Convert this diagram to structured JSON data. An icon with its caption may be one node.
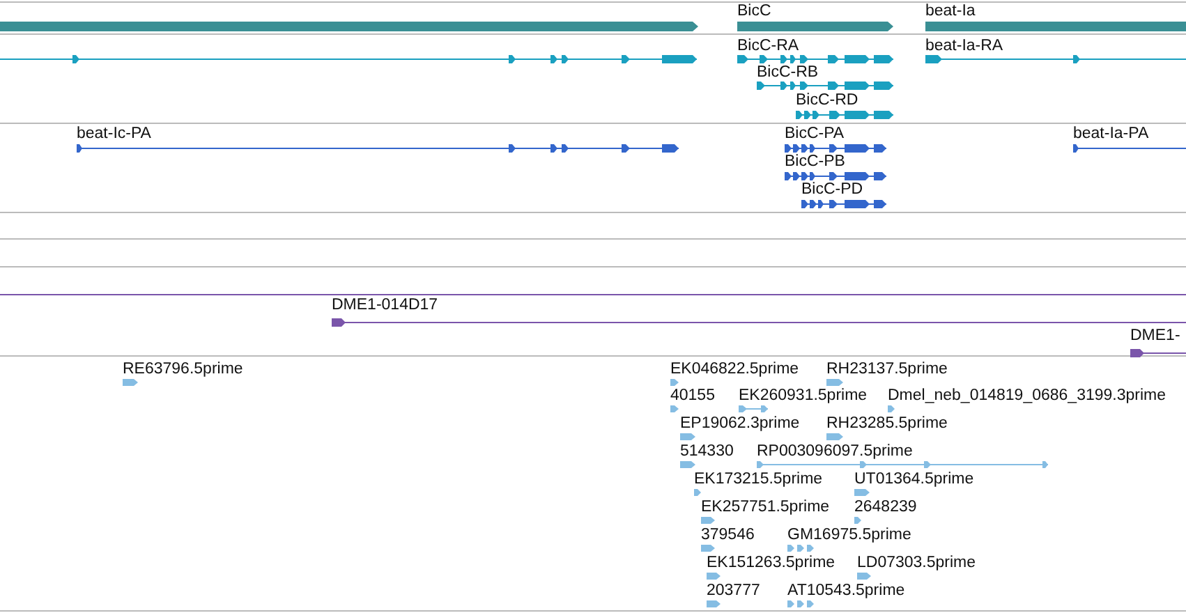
{
  "diagram": {
    "labels": [
      "BicC",
      "beat-Ia",
      "BicC-RA",
      "beat-Ia-RA",
      "BicC-RB",
      "BicC-RD",
      "beat-Ic-PA",
      "BicC-PA",
      "beat-Ia-PA",
      "BicC-PB",
      "BicC-PD",
      "DME1-014D17",
      "DME1-",
      "RE63796.5prime",
      "EK046822.5prime",
      "RH23137.5prime",
      "40155",
      "EK260931.5prime",
      "Dmel_neb_014819_0686_3199.3prime",
      "EP19062.3prime",
      "RH23285.5prime",
      "514330",
      "RP003096097.5prime",
      "EK173215.5prime",
      "UT01364.5prime",
      "EK257751.5prime",
      "2648239",
      "379546",
      "GM16975.5prime",
      "EK151263.5prime",
      "LD07303.5prime",
      "203777",
      "AT10543.5prime"
    ]
  }
}
